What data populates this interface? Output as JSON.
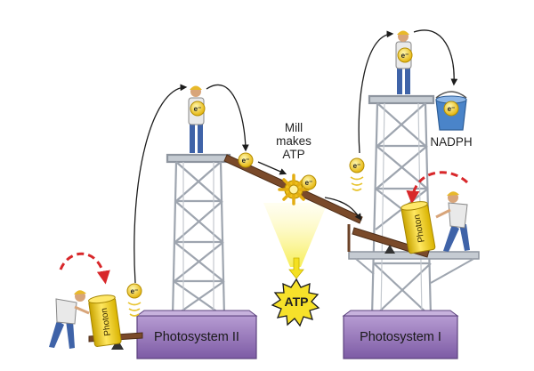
{
  "labels": {
    "photosystem_2": "Photosystem II",
    "photosystem_1": "Photosystem I",
    "mill": [
      "Mill",
      "makes",
      "ATP"
    ],
    "nadph": "NADPH",
    "atp": "ATP",
    "electron": "e⁻",
    "photon": "Photon"
  },
  "colors": {
    "photosystem_box": "#8f6fb4",
    "tower_frame": "#a9b0ba",
    "plank": "#6b4227",
    "photon_can": "#f1cf18",
    "electron": "#f0c000",
    "atp_burst": "#f6e12a",
    "light_cone": "#f9f283",
    "red_arrow": "#d8272a",
    "nadph_bucket": "#4a84c9",
    "path_arrow": "#1c1c1c"
  }
}
